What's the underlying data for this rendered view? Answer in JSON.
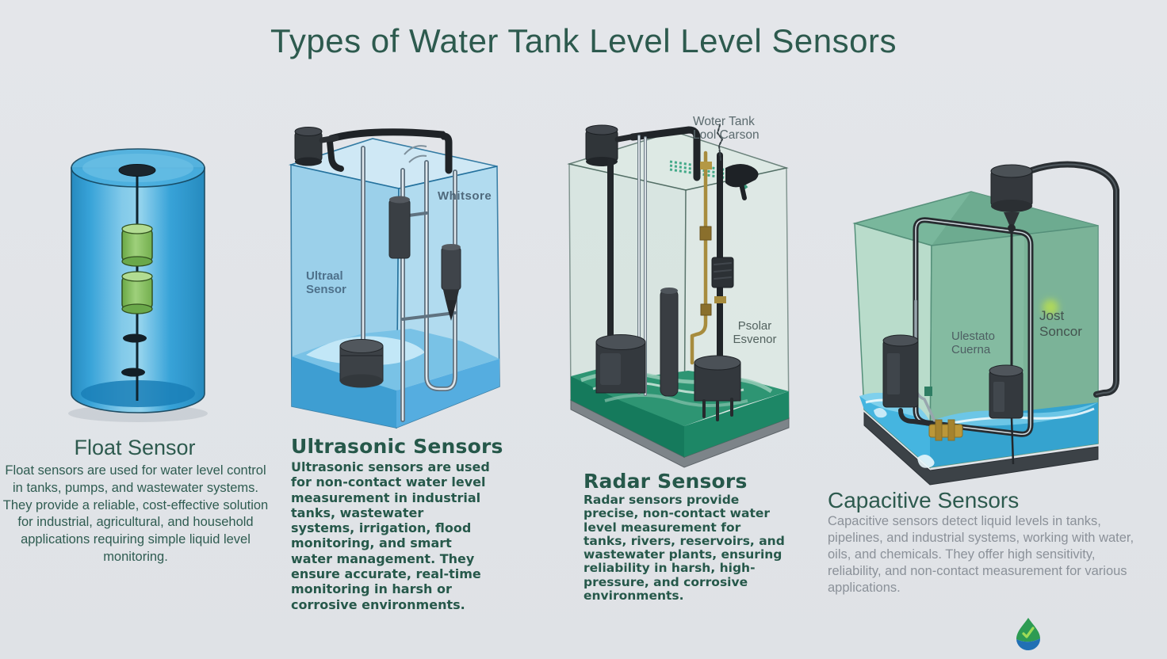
{
  "page": {
    "title": "Types of Water Tank Level Level Sensors"
  },
  "sections": {
    "float": {
      "title": "Float Sensor",
      "body": "Float sensors are used for water level control in tanks, pumps, and wastewater systems. They provide a reliable, cost-effective solution for industrial, agricultural, and household applications requiring simple liquid level monitoring."
    },
    "ultrasonic": {
      "title": "Ultrasonic Sensors",
      "body": "Ultrasonic sensors are used for non-contact water level measurement in industrial tanks, wastewater systems, irrigation, flood monitoring, and smart water management. They ensure accurate, real-time monitoring in harsh or corrosive environments.",
      "label_right": "Whitsore",
      "label_left": "Ultraal\nSensor"
    },
    "radar": {
      "title": "Radar Sensors",
      "body": "Radar sensors provide precise, non-contact water level measurement for tanks, rivers, reservoirs, and wastewater plants, ensuring reliability in harsh, high-pressure, and corrosive environments.",
      "label_top": "Woter Tank\nLool Carson",
      "label_inner": "Psolar\nEsvenor"
    },
    "capacitive": {
      "title": "Capacitive Sensors",
      "body": "Capacitive sensors detect liquid levels in tanks, pipelines, and industrial systems, working with water, oils, and chemicals. They offer high sensitivity, reliability, and non-contact measurement for various applications.",
      "label_inner_left": "Ulestato\nCuerna",
      "label_inner_right": "Jost\nSoncor"
    }
  },
  "colors": {
    "title_text": "#2d5a4e",
    "bold_text": "#26584a",
    "gray_text": "#8b9199",
    "float_tank_blue": "#2fa3dc",
    "float_float_green": "#86c25e",
    "ultrasonic_water_blue": "#4aa8da",
    "radar_water_green": "#1f8763",
    "capacitive_tank_green": "#8ec7ae",
    "logo_green": "#2d9b53",
    "logo_blue": "#2170b4"
  },
  "icons": {
    "logo": "water-drop-logo"
  }
}
